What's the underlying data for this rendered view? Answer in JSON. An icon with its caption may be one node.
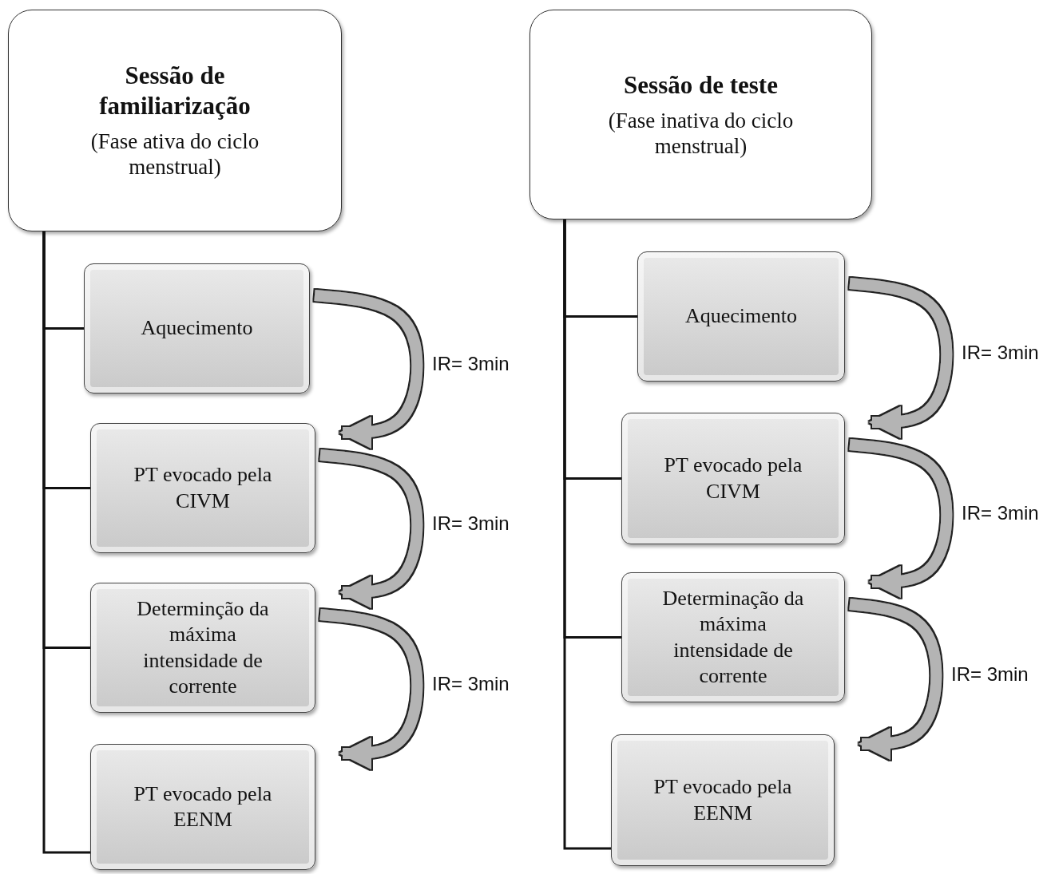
{
  "diagram": {
    "nodes": [
      {
        "text": [
          "Sessão de familiarização",
          "(Fase ativa do ciclo menstrual)"
        ]
      },
      {
        "text": [
          "Aquecimento"
        ]
      },
      {
        "text": [
          "PT evocado pela CIVM"
        ]
      },
      {
        "text": [
          "Determinção da máxima intensidade de corrente"
        ]
      },
      {
        "text": [
          "PT evocado pela EENM"
        ]
      },
      {
        "text": [
          "Sessão de teste",
          "(Fase inativa do ciclo menstrual)"
        ]
      },
      {
        "text": [
          "Aquecimento"
        ]
      },
      {
        "text": [
          "PT evocado pela CIVM"
        ]
      },
      {
        "text": [
          "Determinação da máxima intensidade de corrente"
        ]
      },
      {
        "text": [
          "PT evocado pela EENM"
        ]
      }
    ],
    "edges": [
      {
        "from": 0,
        "to": 1,
        "arrow": "none"
      },
      {
        "from": 0,
        "to": 2,
        "arrow": "none"
      },
      {
        "from": 0,
        "to": 3,
        "arrow": "none"
      },
      {
        "from": 0,
        "to": 4,
        "arrow": "none"
      },
      {
        "from": 5,
        "to": 6,
        "arrow": "none"
      },
      {
        "from": 5,
        "to": 7,
        "arrow": "none"
      },
      {
        "from": 5,
        "to": 8,
        "arrow": "none"
      },
      {
        "from": 5,
        "to": 9,
        "arrow": "none"
      },
      {
        "from": 1,
        "to": 2,
        "arrow": "to",
        "label": "IR= 3min",
        "style": "thick",
        "color": "#b4b4b4"
      },
      {
        "from": 2,
        "to": 3,
        "arrow": "to",
        "label": "IR= 3min",
        "style": "thick",
        "color": "#b4b4b4"
      },
      {
        "from": 3,
        "to": 4,
        "arrow": "to",
        "label": "IR= 3min",
        "style": "thick",
        "color": "#b4b4b4"
      },
      {
        "from": 6,
        "to": 7,
        "arrow": "to",
        "label": "IR= 3min",
        "style": "thick",
        "color": "#b4b4b4"
      },
      {
        "from": 7,
        "to": 8,
        "arrow": "to",
        "label": "IR= 3min",
        "style": "thick",
        "color": "#b4b4b4"
      },
      {
        "from": 8,
        "to": 9,
        "arrow": "to",
        "label": "IR= 3min",
        "style": "thick",
        "color": "#b4b4b4"
      }
    ]
  }
}
